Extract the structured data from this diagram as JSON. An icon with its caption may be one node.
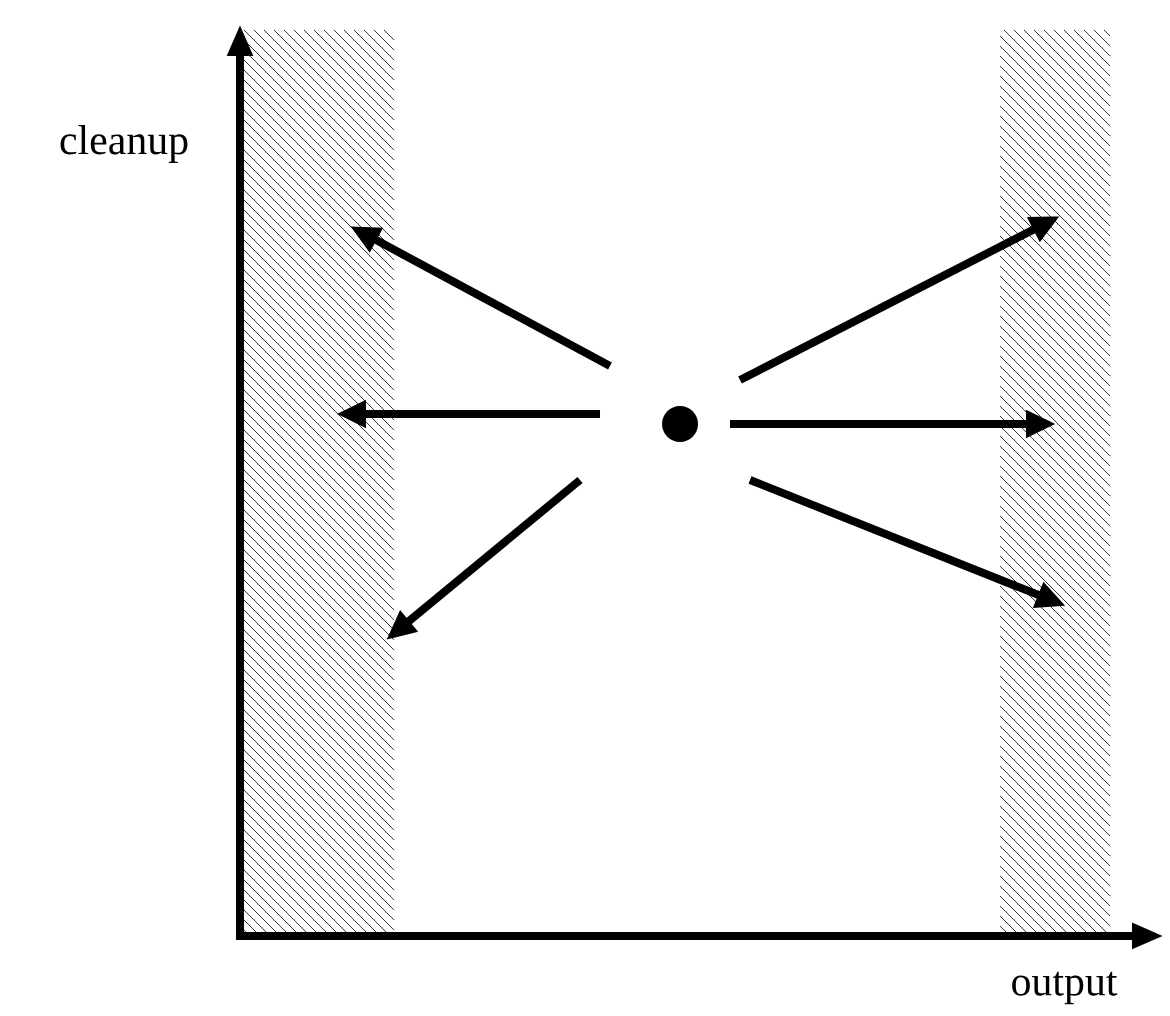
{
  "diagram": {
    "nodes": [
      {
        "text": [],
        "shape": "box"
      },
      {
        "text": [],
        "shape": "circle"
      },
      {
        "text": [],
        "shape": "box"
      }
    ],
    "edges": [
      {
        "from": null,
        "to": 0,
        "arrow": "to"
      },
      {
        "from": null,
        "to": 0,
        "arrow": "to"
      },
      {
        "from": null,
        "to": 0,
        "arrow": "to"
      },
      {
        "from": null,
        "to": 2,
        "arrow": "to"
      },
      {
        "from": null,
        "to": 2,
        "arrow": "to"
      },
      {
        "from": null,
        "to": 2,
        "arrow": "to"
      }
    ],
    "labels": [
      "cleanup",
      "output"
    ]
  }
}
